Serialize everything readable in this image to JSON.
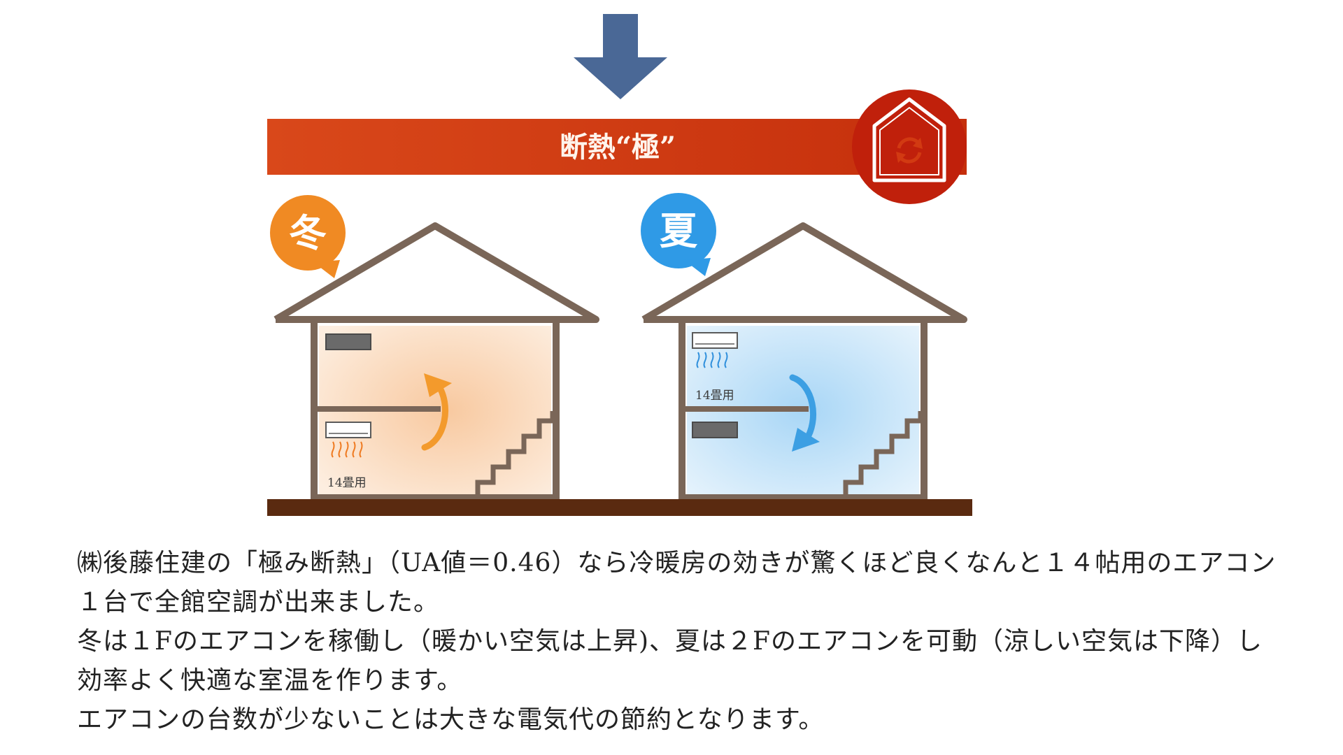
{
  "diagram": {
    "banner_text": "断熱“極”",
    "winter": {
      "badge": "冬",
      "ac_label": "14畳用"
    },
    "summer": {
      "badge": "夏",
      "ac_label": "14畳用"
    },
    "icons": {
      "down_arrow": "down-arrow-icon",
      "house_cycle": "house-cycle-icon",
      "warm_air": "warm-air-wave-icon",
      "cool_air": "cool-air-wave-icon"
    },
    "colors": {
      "arrow": "#4a6896",
      "banner": "#cf3f12",
      "badge_circle": "#c0200b",
      "winter_badge": "#f08a23",
      "summer_badge": "#2f9ae6",
      "house_outline": "#7a6658",
      "ground": "#5a2a10",
      "warm_fill": "#fadcbd",
      "cool_fill": "#c2e2f8",
      "warm_arrow": "#f39a2c",
      "cool_arrow": "#3c9fe3"
    }
  },
  "caption": {
    "lines": [
      "㈱後藤住建の「極み断熱」（UA値＝0.46）なら冷暖房の効きが驚くほど良くなんと１４帖用のエアコン１台で全館空調が出来ました。",
      "冬は１Fのエアコンを稼働し（暖かい空気は上昇)、夏は２Fのエアコンを可動（涼しい空気は下降）し効率よく快適な室温を作ります。",
      "エアコンの台数が少ないことは大きな電気代の節約となります。"
    ]
  }
}
